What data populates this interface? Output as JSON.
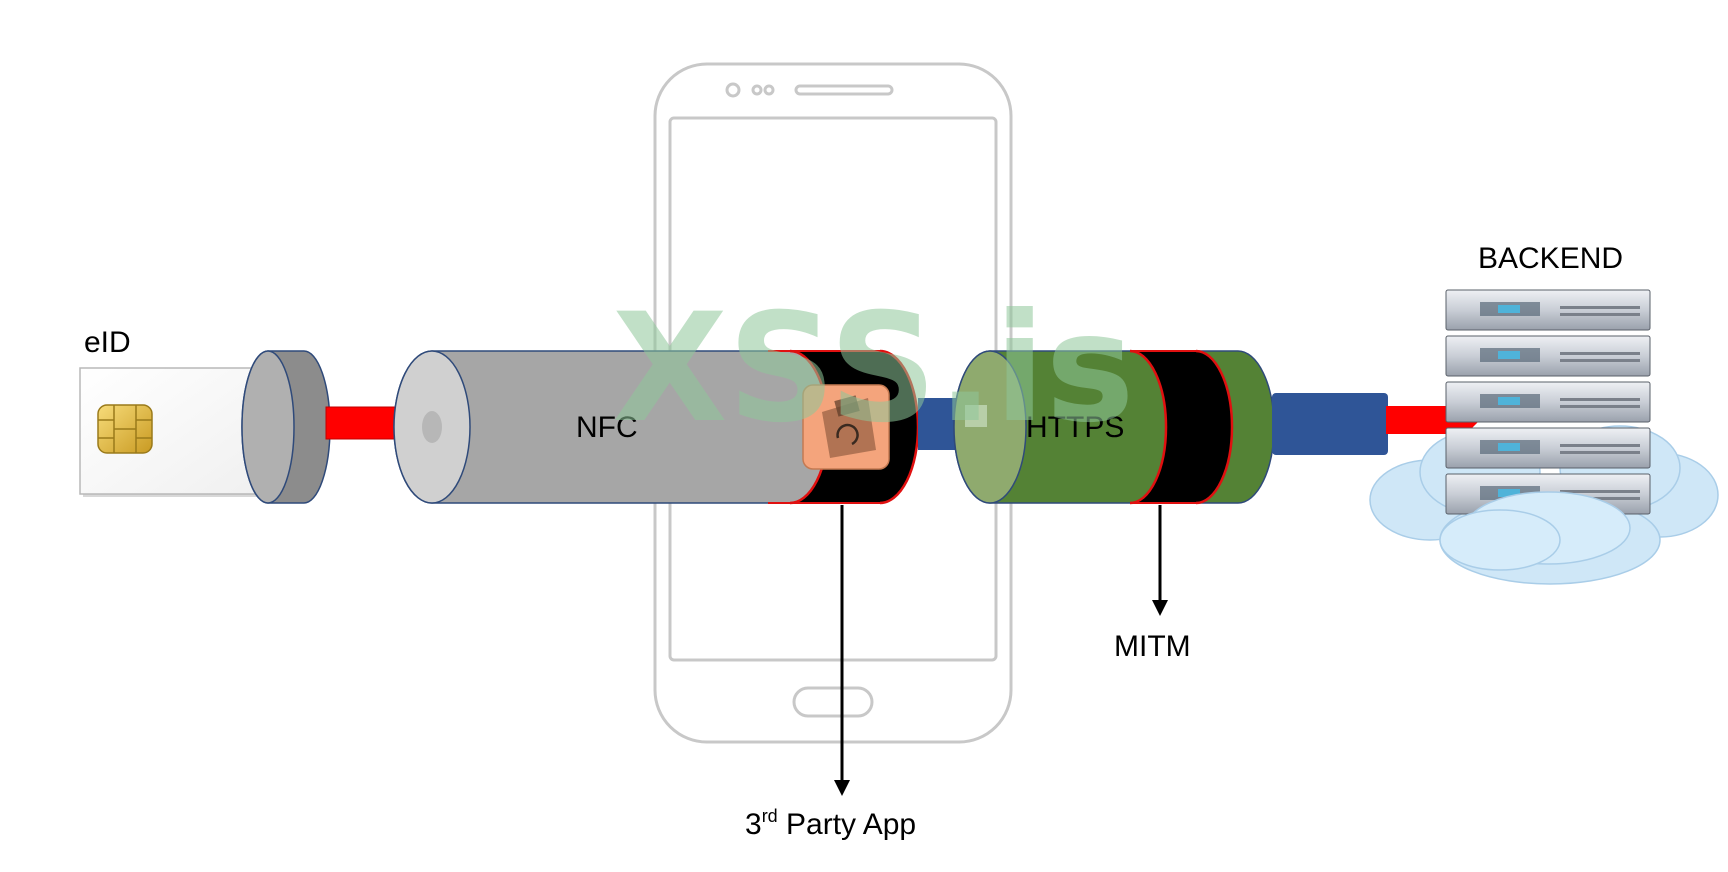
{
  "labels": {
    "eid": "eID",
    "nfc": "NFC",
    "https": "HTTPS",
    "third_party_prefix": "3",
    "third_party_sup": "rd",
    "third_party_suffix": " Party App",
    "mitm": "MITM",
    "backend": "BACKEND"
  },
  "watermark": "XSS.is",
  "colors": {
    "nfc_tube": "#a6a6a6",
    "https_tube": "#548235",
    "danger_segment": "#000000",
    "danger_outline": "#e01010",
    "red_link": "#ff0000",
    "blue_link": "#2f5597",
    "app_icon_bg": "#f4a47c",
    "chip": "#e9c04a",
    "cloud": "#cfe7f7",
    "watermark": "#8fc79a"
  }
}
